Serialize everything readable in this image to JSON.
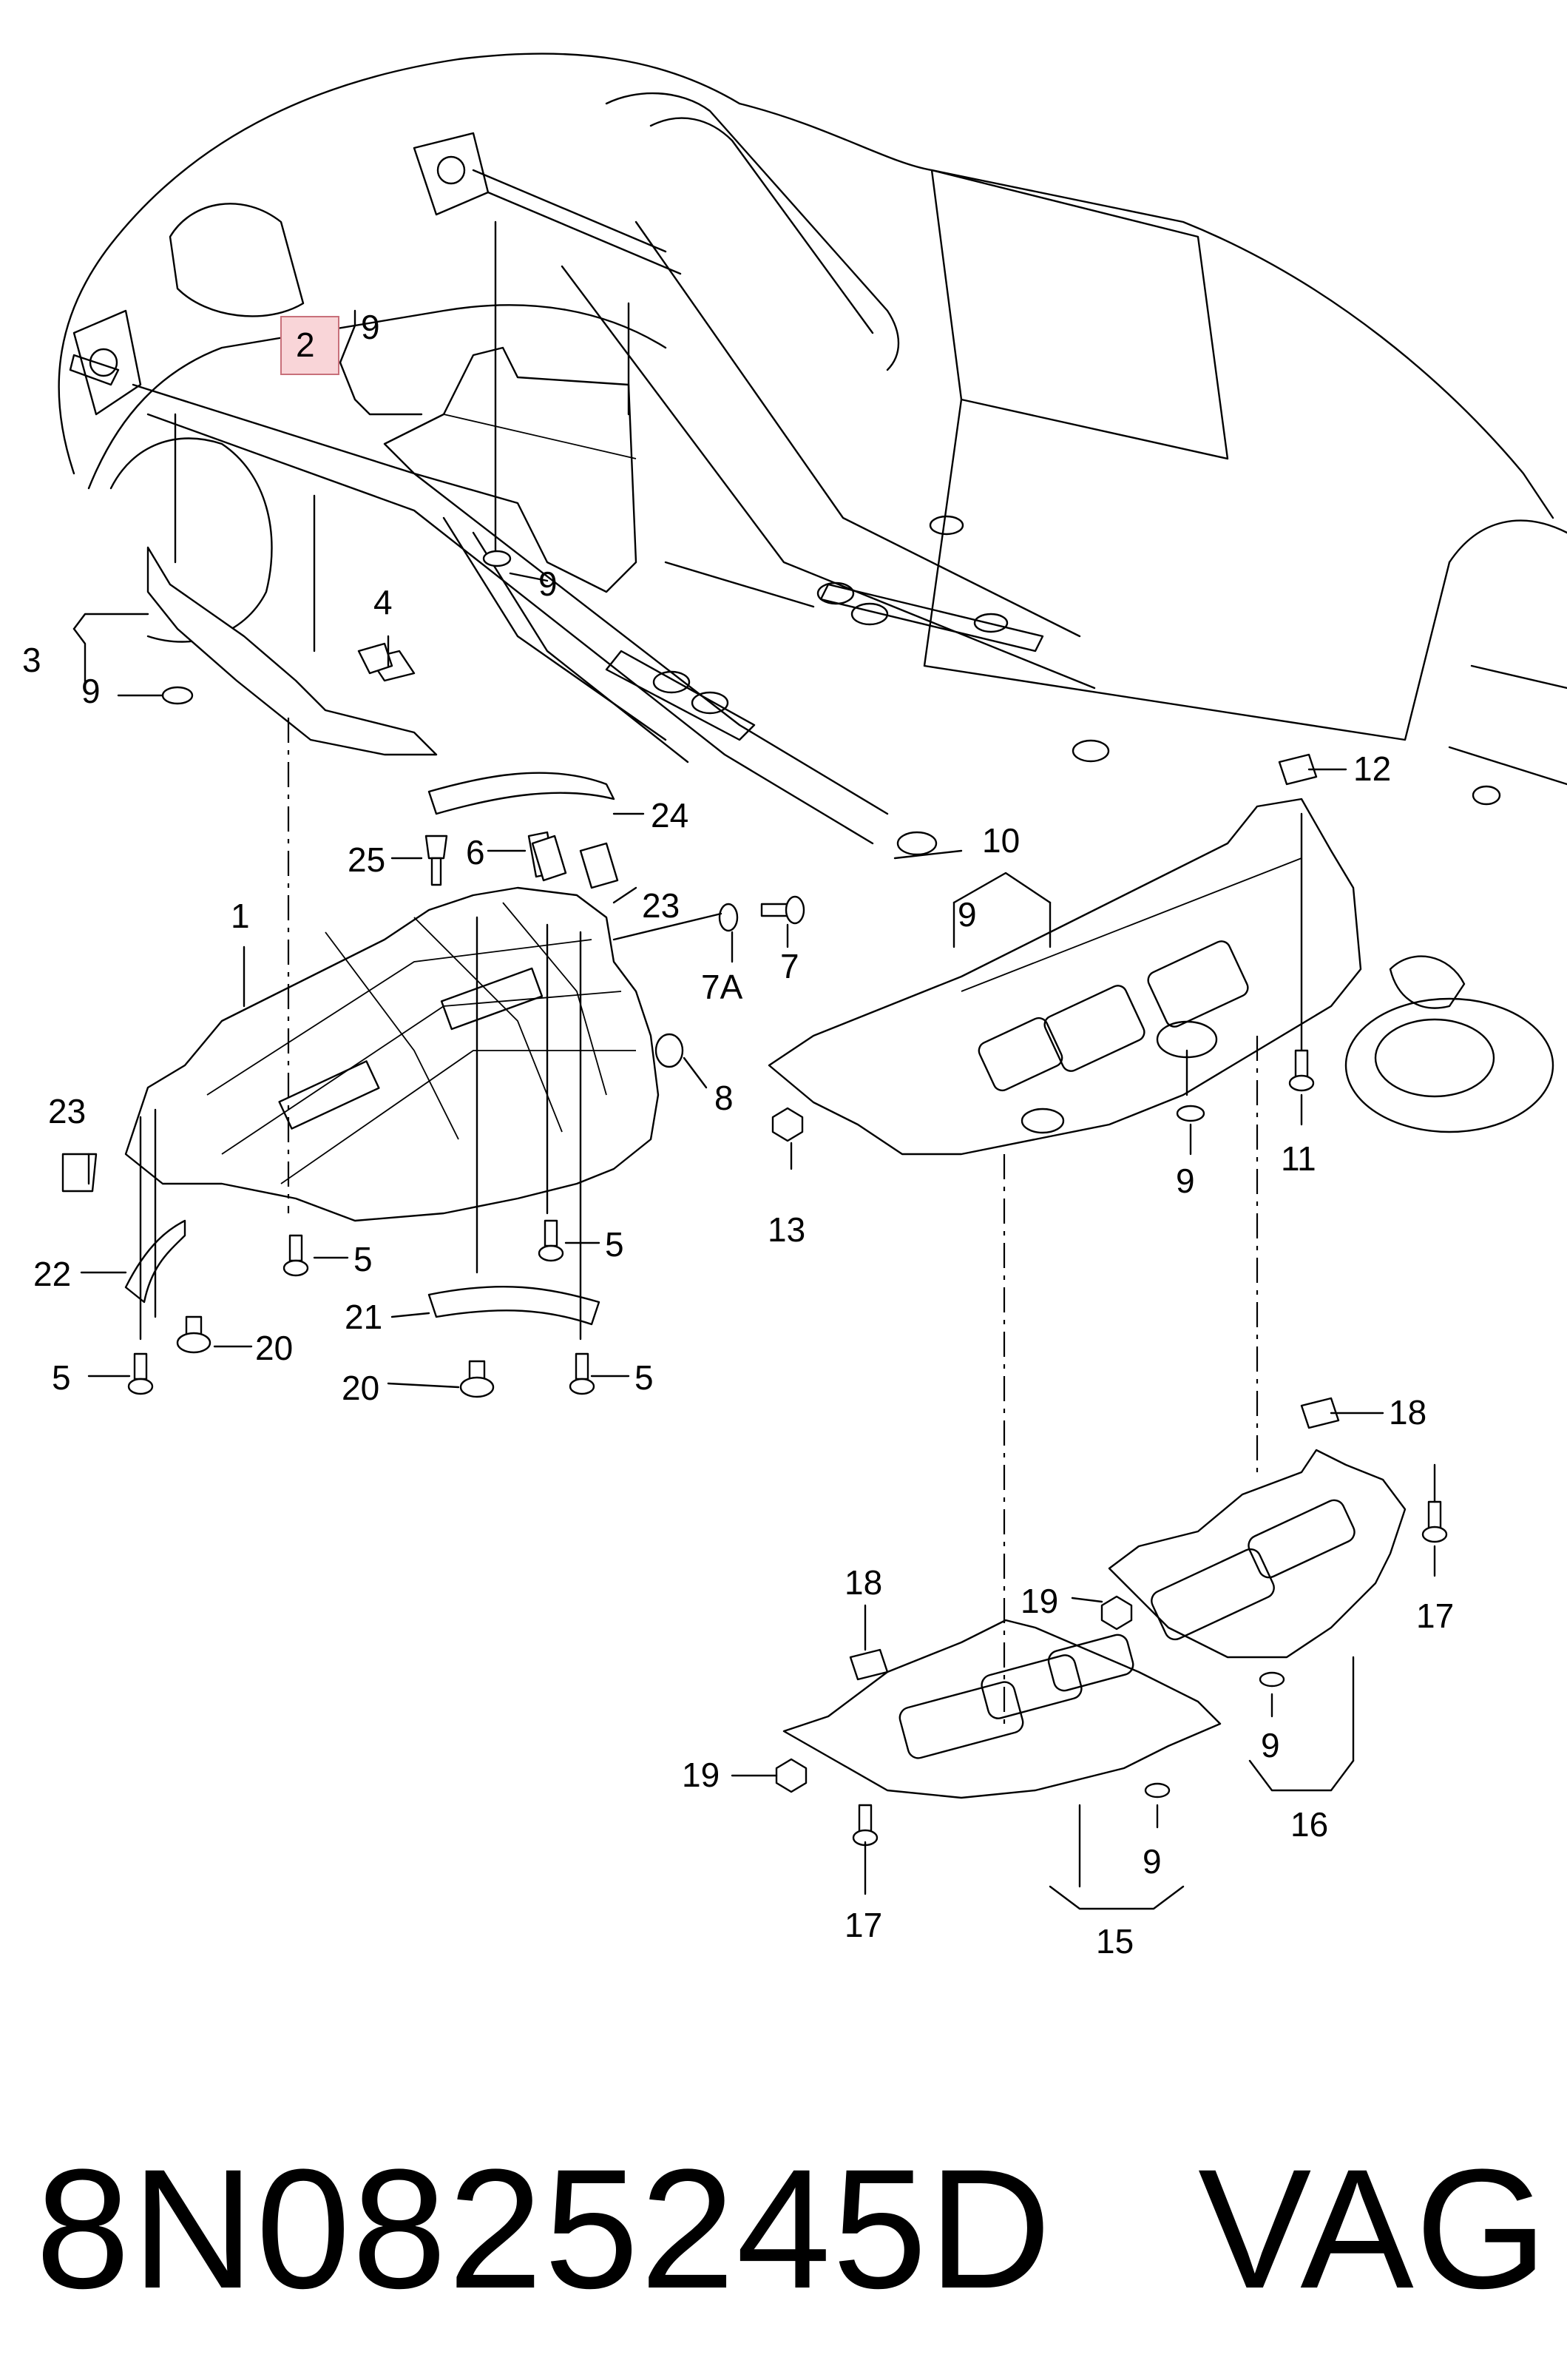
{
  "labels": {
    "l1": "1",
    "l2": "2",
    "l3": "3",
    "l4": "4",
    "l5a": "5",
    "l5b": "5",
    "l5c": "5",
    "l5d": "5",
    "l6": "6",
    "l7": "7",
    "l7a": "7A",
    "l8": "8",
    "l9a": "9",
    "l9b": "9",
    "l9c": "9",
    "l9d": "9",
    "l9e": "9",
    "l9f": "9",
    "l9g": "9",
    "l10": "10",
    "l11": "11",
    "l12": "12",
    "l13": "13",
    "l15": "15",
    "l16": "16",
    "l17a": "17",
    "l17b": "17",
    "l18a": "18",
    "l18b": "18",
    "l19a": "19",
    "l19b": "19",
    "l20a": "20",
    "l20b": "20",
    "l21": "21",
    "l22": "22",
    "l23a": "23",
    "l23b": "23",
    "l24": "24",
    "l25": "25"
  },
  "footer": {
    "part_number": "8N0825245D",
    "brand": "VAG"
  },
  "highlight_color": "#f9d5d8"
}
